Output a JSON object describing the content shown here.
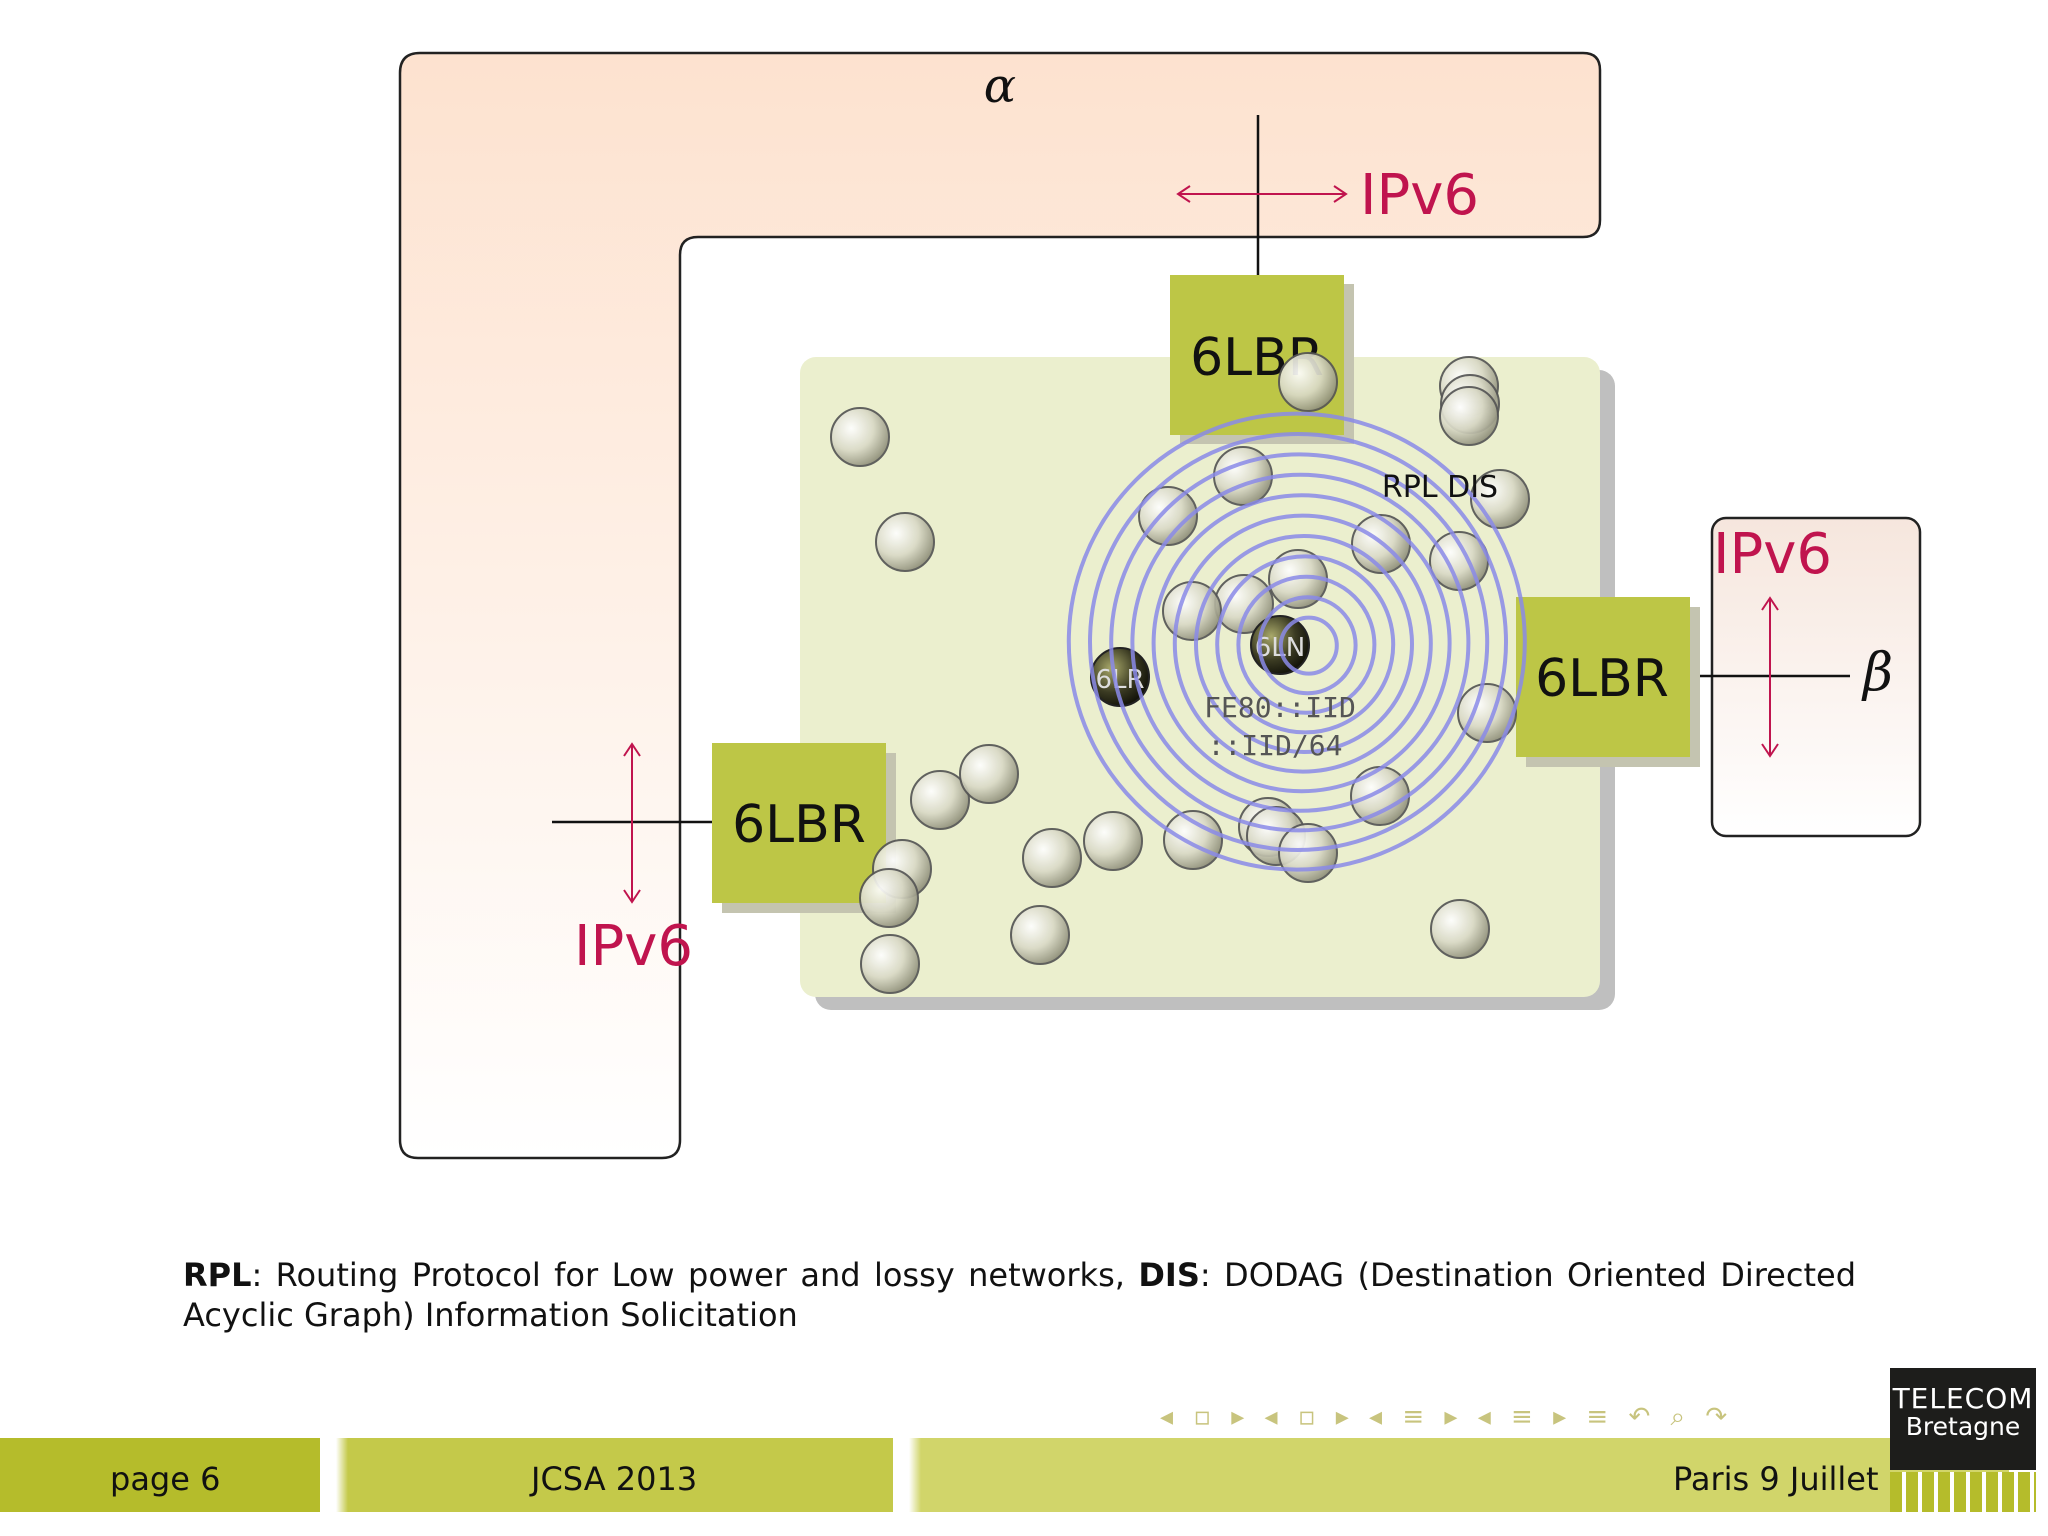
{
  "diagram": {
    "domain_alpha": "α",
    "domain_beta": "β",
    "ipv6_labels": [
      "IPv6",
      "IPv6",
      "IPv6"
    ],
    "border_routers": [
      "6LBR",
      "6LBR",
      "6LBR"
    ],
    "node_labels": [
      "6LR",
      "6LN"
    ],
    "message_label": "RPL DIS",
    "address_lines": [
      "FE80::IID",
      "::IID/64"
    ]
  },
  "caption": {
    "rpl_term": "RPL",
    "rpl_def": ": Routing Protocol for Low power and lossy networks, ",
    "dis_term": "DIS",
    "dis_def": ": DODAG (Destination Oriented Directed Acyclic Graph) Information Solicitation"
  },
  "footer": {
    "page": "page 6",
    "event": "JCSA 2013",
    "place": "Paris 9 Juillet"
  },
  "logo": {
    "line1": "TELECOM",
    "line2": "Bretagne"
  },
  "colors": {
    "alpha_region": "#fde5d3",
    "lln_region": "#ecf0cf",
    "router_box": "#bdc646",
    "ipv6_red": "#c0144e",
    "ripple": "#8a8ae8"
  }
}
